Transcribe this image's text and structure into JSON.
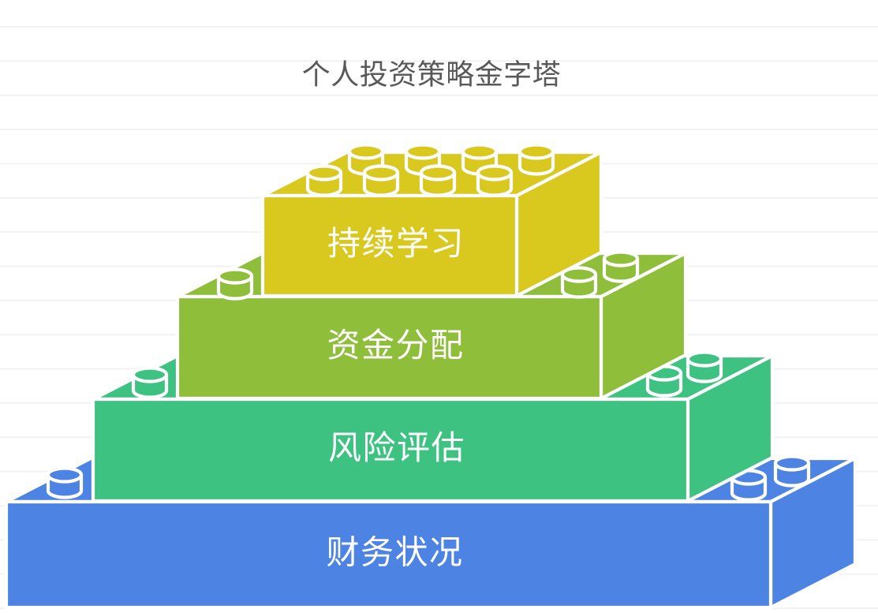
{
  "title": "个人投资策略金字塔",
  "title_color": "#595959",
  "canvas": {
    "background": "#ffffff",
    "grid_color": "#f2f2f2"
  },
  "pyramid": {
    "outline_color": "#ffffff",
    "label_color": "#ffffff",
    "layers": [
      {
        "label": "持续学习",
        "color": "#d9c81e"
      },
      {
        "label": "资金分配",
        "color": "#8ebe3a"
      },
      {
        "label": "风险评估",
        "color": "#3ec282"
      },
      {
        "label": "财务状况",
        "color": "#4d83e3"
      }
    ]
  }
}
